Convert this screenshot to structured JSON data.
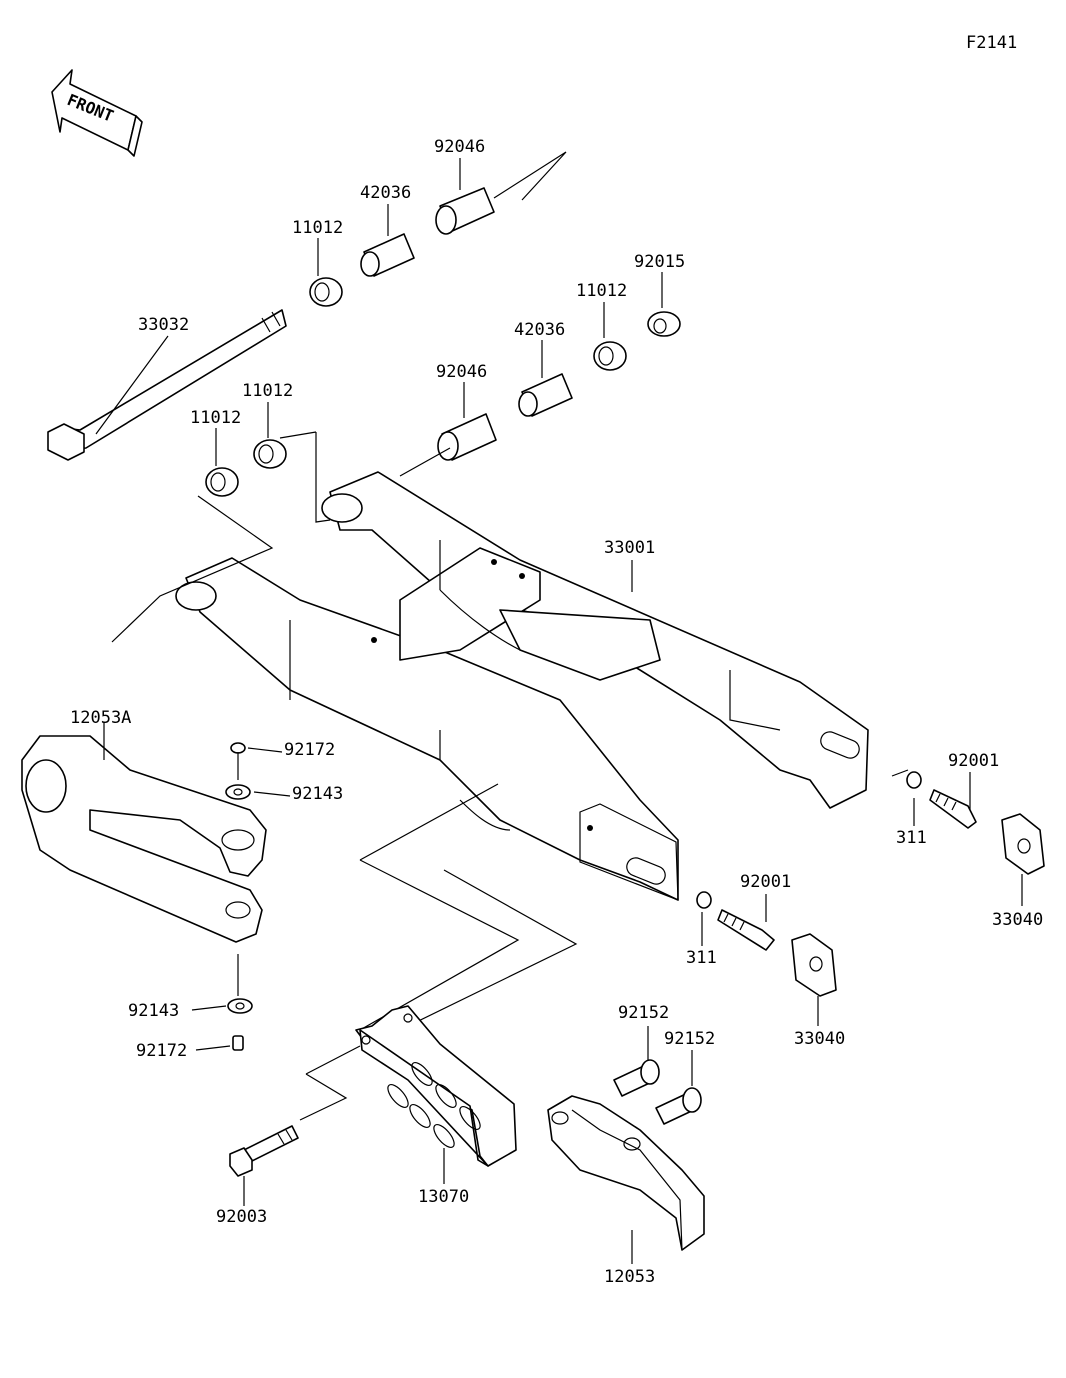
{
  "figure_code": "F2141",
  "front_label": "FRONT",
  "parts": {
    "p92046_top": "92046",
    "p42036_top": "42036",
    "p11012_top": "11012",
    "p92015": "92015",
    "p11012_mid": "11012",
    "p42036_mid": "42036",
    "p33032": "33032",
    "p92046_mid": "92046",
    "p11012_a": "11012",
    "p11012_b": "11012",
    "p33001": "33001",
    "p12053A": "12053A",
    "p92172_top": "92172",
    "p92143_top": "92143",
    "p92001_right": "92001",
    "p311_right": "311",
    "p33040_right": "33040",
    "p92001_mid": "92001",
    "p311_mid": "311",
    "p33040_mid": "33040",
    "p92143_bot": "92143",
    "p92172_bot": "92172",
    "p92152_a": "92152",
    "p92152_b": "92152",
    "p92003": "92003",
    "p13070": "13070",
    "p12053": "12053"
  }
}
